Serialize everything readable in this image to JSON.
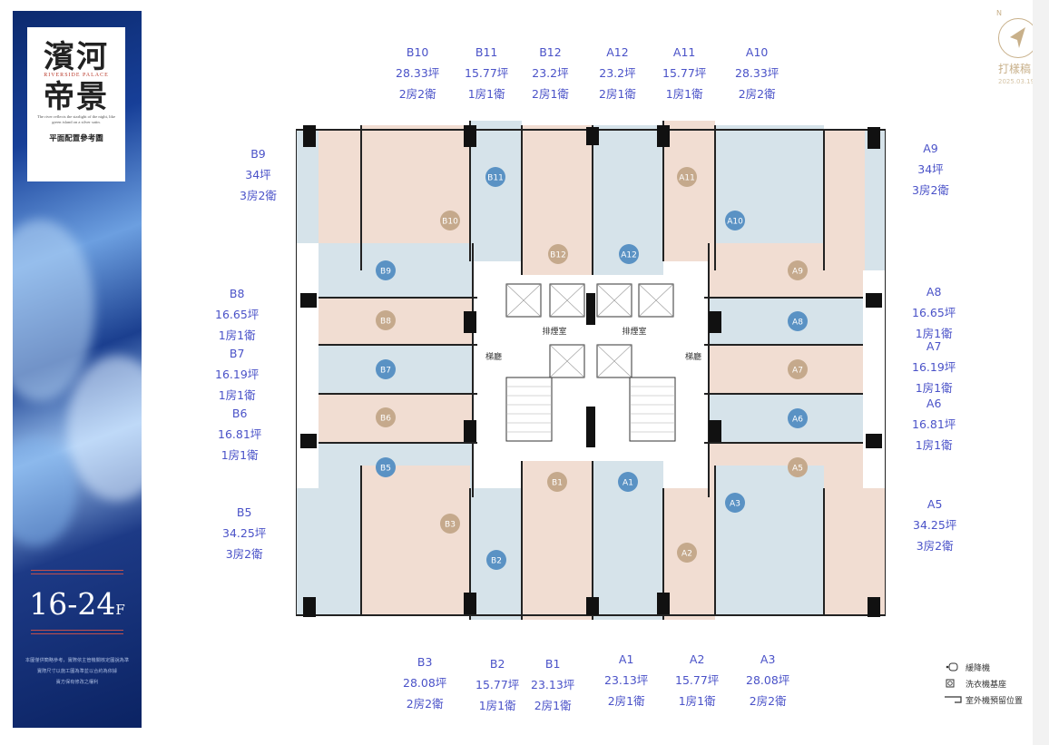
{
  "brand": {
    "title_line1": "濱河",
    "title_line2": "帝景",
    "english_name": "RIVERSIDE PALACE",
    "tagline": "The river reflects the starlight of the night, like green island on a silver satin.",
    "subtitle": "平面配置參考圖"
  },
  "floor": {
    "range": "16-24",
    "suffix": "F"
  },
  "disclaimer": [
    "本圖僅供簡略參考，實際依主管機關核定圖說為準",
    "實際尺寸以施工圖為準並以合約為依據",
    "賣方保有修改之權利"
  ],
  "compass": {
    "north": "N"
  },
  "draft": {
    "label": "打樣稿",
    "date": "2025.03.19"
  },
  "core": {
    "smoke_room": "排煙室",
    "elevator_hall": "梯廳"
  },
  "legend": [
    {
      "icon": "descending-device-icon",
      "text": "緩降機"
    },
    {
      "icon": "washing-machine-icon",
      "text": "洗衣機基座"
    },
    {
      "icon": "outdoor-ac-icon",
      "text": "室外機預留位置"
    }
  ],
  "colors": {
    "pink": "#f1ddd2",
    "blue": "#d6e3ea",
    "badge_tan": "#c5a98c",
    "badge_blue": "#5a92c4",
    "label": "#4a52c8"
  },
  "units": {
    "B10": {
      "area": "28.33坪",
      "layout": "2房2衛"
    },
    "B11": {
      "area": "15.77坪",
      "layout": "1房1衛"
    },
    "B12": {
      "area": "23.2坪",
      "layout": "2房1衛"
    },
    "A12": {
      "area": "23.2坪",
      "layout": "2房1衛"
    },
    "A11": {
      "area": "15.77坪",
      "layout": "1房1衛"
    },
    "A10": {
      "area": "28.33坪",
      "layout": "2房2衛"
    },
    "B9": {
      "area": "34坪",
      "layout": "3房2衛"
    },
    "A9": {
      "area": "34坪",
      "layout": "3房2衛"
    },
    "B8": {
      "area": "16.65坪",
      "layout": "1房1衛"
    },
    "B7": {
      "area": "16.19坪",
      "layout": "1房1衛"
    },
    "B6": {
      "area": "16.81坪",
      "layout": "1房1衛"
    },
    "B5": {
      "area": "34.25坪",
      "layout": "3房2衛"
    },
    "A8": {
      "area": "16.65坪",
      "layout": "1房1衛"
    },
    "A7": {
      "area": "16.19坪",
      "layout": "1房1衛"
    },
    "A6": {
      "area": "16.81坪",
      "layout": "1房1衛"
    },
    "A5": {
      "area": "34.25坪",
      "layout": "3房2衛"
    },
    "B3": {
      "area": "28.08坪",
      "layout": "2房2衛"
    },
    "B2": {
      "area": "15.77坪",
      "layout": "1房1衛"
    },
    "B1": {
      "area": "23.13坪",
      "layout": "2房1衛"
    },
    "A1": {
      "area": "23.13坪",
      "layout": "2房1衛"
    },
    "A2": {
      "area": "15.77坪",
      "layout": "1房1衛"
    },
    "A3": {
      "area": "28.08坪",
      "layout": "2房2衛"
    }
  }
}
